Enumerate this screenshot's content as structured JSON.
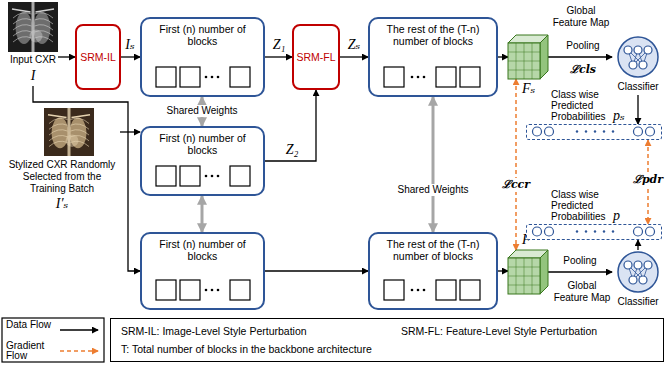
{
  "diagram": {
    "nodes": [
      {
        "text": [
          "Input CXR",
          "I"
        ]
      },
      {
        "text": [
          "SRM-IL"
        ]
      },
      {
        "text": [
          "First (n) number of blocks"
        ]
      },
      {
        "text": [
          "SRM-FL"
        ]
      },
      {
        "text": [
          "The rest of the (T-n) number of blocks"
        ]
      },
      {
        "text": [
          "Global Feature Map",
          "Fₛ"
        ]
      },
      {
        "text": [
          "Classifier"
        ]
      },
      {
        "text": [
          "Class wise Predicted Probabilities",
          "pₛ"
        ]
      },
      {
        "text": [
          "Stylized CXR Randomly Selected from the Training Batch",
          "I′ₛ"
        ]
      },
      {
        "text": [
          "First (n) number of blocks"
        ]
      },
      {
        "text": [
          "First (n) number of blocks"
        ]
      },
      {
        "text": [
          "The rest of the (T-n) number of blocks"
        ]
      },
      {
        "text": [
          "F",
          "Global Feature Map"
        ]
      },
      {
        "text": [
          "Class wise Predicted Probabilities",
          "p"
        ]
      },
      {
        "text": [
          "Classifier"
        ]
      },
      {
        "text": [
          "SRM-IL: Image-Level Style Perturbation",
          "SRM-FL: Feature-Level Style Perturbation",
          "T: Total number of blocks in the backbone architecture"
        ]
      }
    ],
    "edges": [
      {
        "from": 0,
        "to": 1,
        "arrow": "to"
      },
      {
        "from": 1,
        "to": 2,
        "label": "Iₛ",
        "arrow": "to"
      },
      {
        "from": 2,
        "to": 3,
        "label": "Z₁",
        "arrow": "to"
      },
      {
        "from": 3,
        "to": 4,
        "label": "Zₛ",
        "arrow": "to"
      },
      {
        "from": 4,
        "to": 5,
        "arrow": "to"
      },
      {
        "from": 5,
        "to": 6,
        "label": "Pooling",
        "arrow": "to"
      },
      {
        "from": 6,
        "to": 7,
        "arrow": "to"
      },
      {
        "from": 0,
        "to": 10,
        "arrow": "to"
      },
      {
        "from": 8,
        "to": 9,
        "arrow": "to"
      },
      {
        "from": 9,
        "to": 3,
        "label": "Z₂",
        "arrow": "to"
      },
      {
        "from": 2,
        "to": 9,
        "label": "Shared Weights",
        "arrow": "both"
      },
      {
        "from": 9,
        "to": 10,
        "arrow": "both"
      },
      {
        "from": 4,
        "to": 11,
        "label": "Shared Weights",
        "arrow": "both"
      },
      {
        "from": 10,
        "to": 11,
        "arrow": "to"
      },
      {
        "from": 11,
        "to": 12,
        "arrow": "to"
      },
      {
        "from": 12,
        "to": 14,
        "label": "Pooling",
        "arrow": "to"
      },
      {
        "from": 14,
        "to": 13,
        "arrow": "to"
      },
      {
        "from": 5,
        "to": 12,
        "label": "ℒccr",
        "arrow": "both"
      },
      {
        "from": 7,
        "to": 13,
        "label": "ℒpdr",
        "arrow": "both"
      }
    ],
    "labels": [
      "ℒcls"
    ],
    "legend": [
      {
        "text": "Data Flow"
      },
      {
        "text": "Gradient Flow"
      }
    ]
  }
}
